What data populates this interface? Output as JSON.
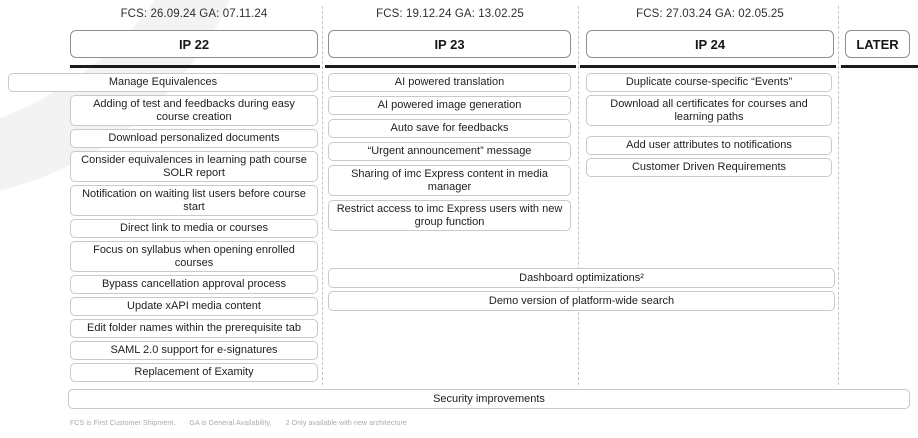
{
  "columns": [
    {
      "dates": "FCS: 26.09.24 GA: 07.11.24",
      "header": "IP 22",
      "items": [
        "Manage Equivalences",
        "Adding of test and feedbacks during easy course creation",
        "Download personalized documents",
        "Consider equivalences in learning path course SOLR report",
        "Notification on waiting list users before course start",
        "Direct link to media or courses",
        "Focus on syllabus when opening enrolled courses",
        "Bypass cancellation approval process",
        "Update xAPI media content",
        "Edit folder names within the prerequisite tab",
        "SAML 2.0 support for e-signatures",
        "Replacement of Examity"
      ]
    },
    {
      "dates": "FCS: 19.12.24 GA: 13.02.25",
      "header": "IP 23",
      "items": [
        "AI powered translation",
        "AI powered image generation",
        "Auto save for feedbacks",
        "“Urgent announcement” message",
        "Sharing of imc Express content in media manager",
        "Restrict access to imc Express users with new group function"
      ]
    },
    {
      "dates": "FCS: 27.03.24 GA: 02.05.25",
      "header": "IP 24",
      "items": [
        "Duplicate course-specific “Events”",
        "Download all certificates for courses and learning paths",
        "Add user attributes to notifications",
        "Customer Driven Requirements"
      ]
    }
  ],
  "later": {
    "header": "LATER"
  },
  "spanning_items": [
    "Dashboard optimizations²",
    "Demo version of platform-wide search"
  ],
  "bottom_item": "Security improvements",
  "footnote": [
    "FCS is First Customer Shipment,",
    "GA is General Availability,",
    "2 Only available with new architecture"
  ],
  "colors": {
    "divider_line": "#1b1b1b",
    "box_border": "#c9c9c9",
    "header_border": "#8f8f8f",
    "text": "#1e1e1e",
    "footnote": "#a9a9a9"
  }
}
